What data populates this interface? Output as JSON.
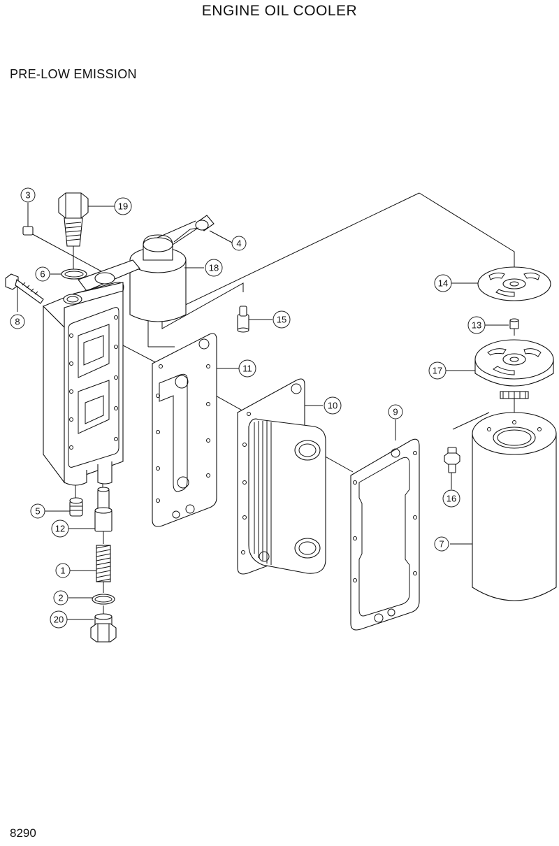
{
  "title": "ENGINE OIL COOLER",
  "subtitle": "PRE-LOW  EMISSION",
  "page_number": "8290",
  "callouts": [
    "1",
    "2",
    "3",
    "4",
    "5",
    "6",
    "7",
    "8",
    "9",
    "10",
    "11",
    "12",
    "13",
    "14",
    "15",
    "16",
    "17",
    "18",
    "19",
    "20"
  ]
}
